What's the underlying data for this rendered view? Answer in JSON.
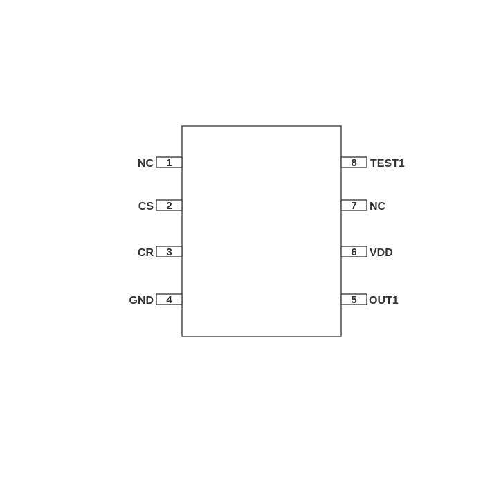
{
  "diagram": {
    "pins_left": [
      {
        "number": "1",
        "label": "NC"
      },
      {
        "number": "2",
        "label": "CS"
      },
      {
        "number": "3",
        "label": "CR"
      },
      {
        "number": "4",
        "label": "GND"
      }
    ],
    "pins_right": [
      {
        "number": "8",
        "label": "TEST1"
      },
      {
        "number": "7",
        "label": "NC"
      },
      {
        "number": "6",
        "label": "VDD"
      },
      {
        "number": "5",
        "label": "OUT1"
      }
    ]
  }
}
